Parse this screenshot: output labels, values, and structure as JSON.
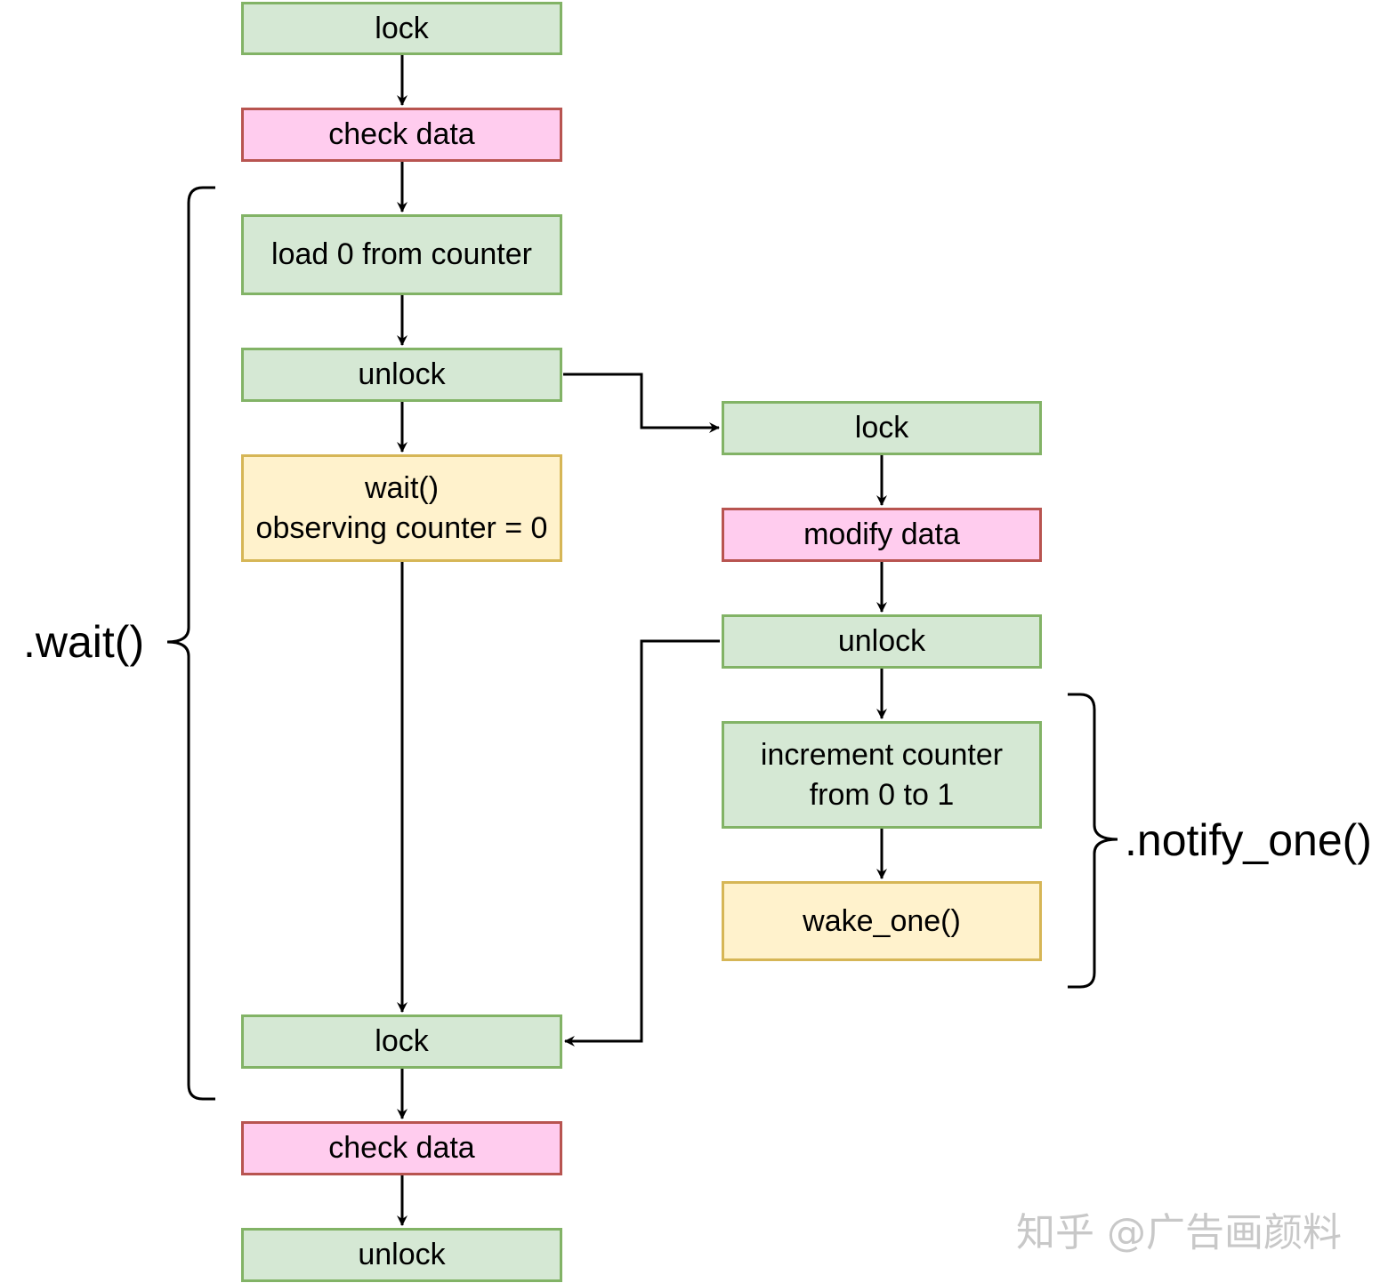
{
  "colors": {
    "green_fill": "#d5e8d4",
    "green_border": "#82b366",
    "pink_fill": "#ffccee",
    "pink_border": "#b85450",
    "yellow_fill": "#fff2cc",
    "yellow_border": "#d6b656"
  },
  "wait_thread": {
    "lock_top": "lock",
    "check_data_top": "check data",
    "load_counter": "load 0 from counter",
    "unlock_mid": "unlock",
    "wait_observe": "wait()\nobserving counter = 0",
    "lock_bottom": "lock",
    "check_data_bottom": "check data",
    "unlock_bottom": "unlock"
  },
  "notify_thread": {
    "lock": "lock",
    "modify_data": "modify data",
    "unlock": "unlock",
    "increment_counter": "increment counter\nfrom 0 to 1",
    "wake_one": "wake_one()"
  },
  "brace_labels": {
    "wait": ".wait()",
    "notify_one": ".notify_one()"
  },
  "watermark": "知乎 @广告画颜料"
}
